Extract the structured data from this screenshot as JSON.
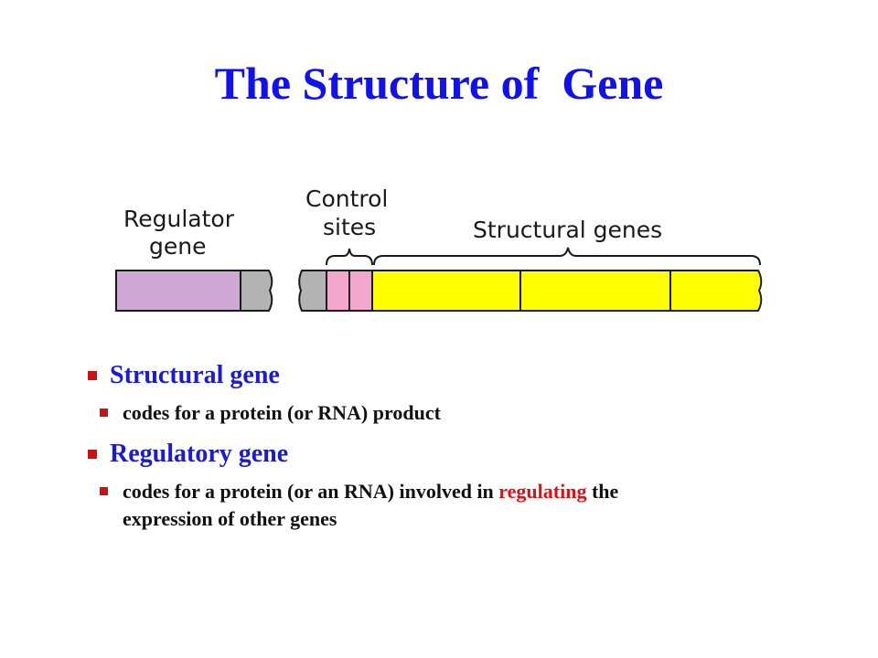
{
  "title": "The Structure of  Gene",
  "diagram": {
    "labels": {
      "regulator_line1": "Regulator",
      "regulator_line2": "gene",
      "control_line1": "Control",
      "control_line2": "sites",
      "structural": "Structural genes"
    },
    "colors": {
      "regulator_gene": "#cfa8d6",
      "spacer": "#b3b3b3",
      "control_sites": "#f4a7cc",
      "structural_genes": "#ffff00",
      "outline": "#1a1a1a"
    }
  },
  "bullets": [
    {
      "heading": "Structural gene",
      "sub": [
        {
          "text": "codes for a protein (or RNA) product"
        }
      ]
    },
    {
      "heading": "Regulatory gene",
      "sub": [
        {
          "prefix": "codes for a protein (or an RNA) involved in ",
          "highlight": "regulating",
          "suffix": " the expression of other genes"
        }
      ]
    }
  ],
  "colors": {
    "title": "#1010f0",
    "heading": "#1a1ad8",
    "bullet_marker": "#cc1111",
    "highlight": "#e01010"
  }
}
